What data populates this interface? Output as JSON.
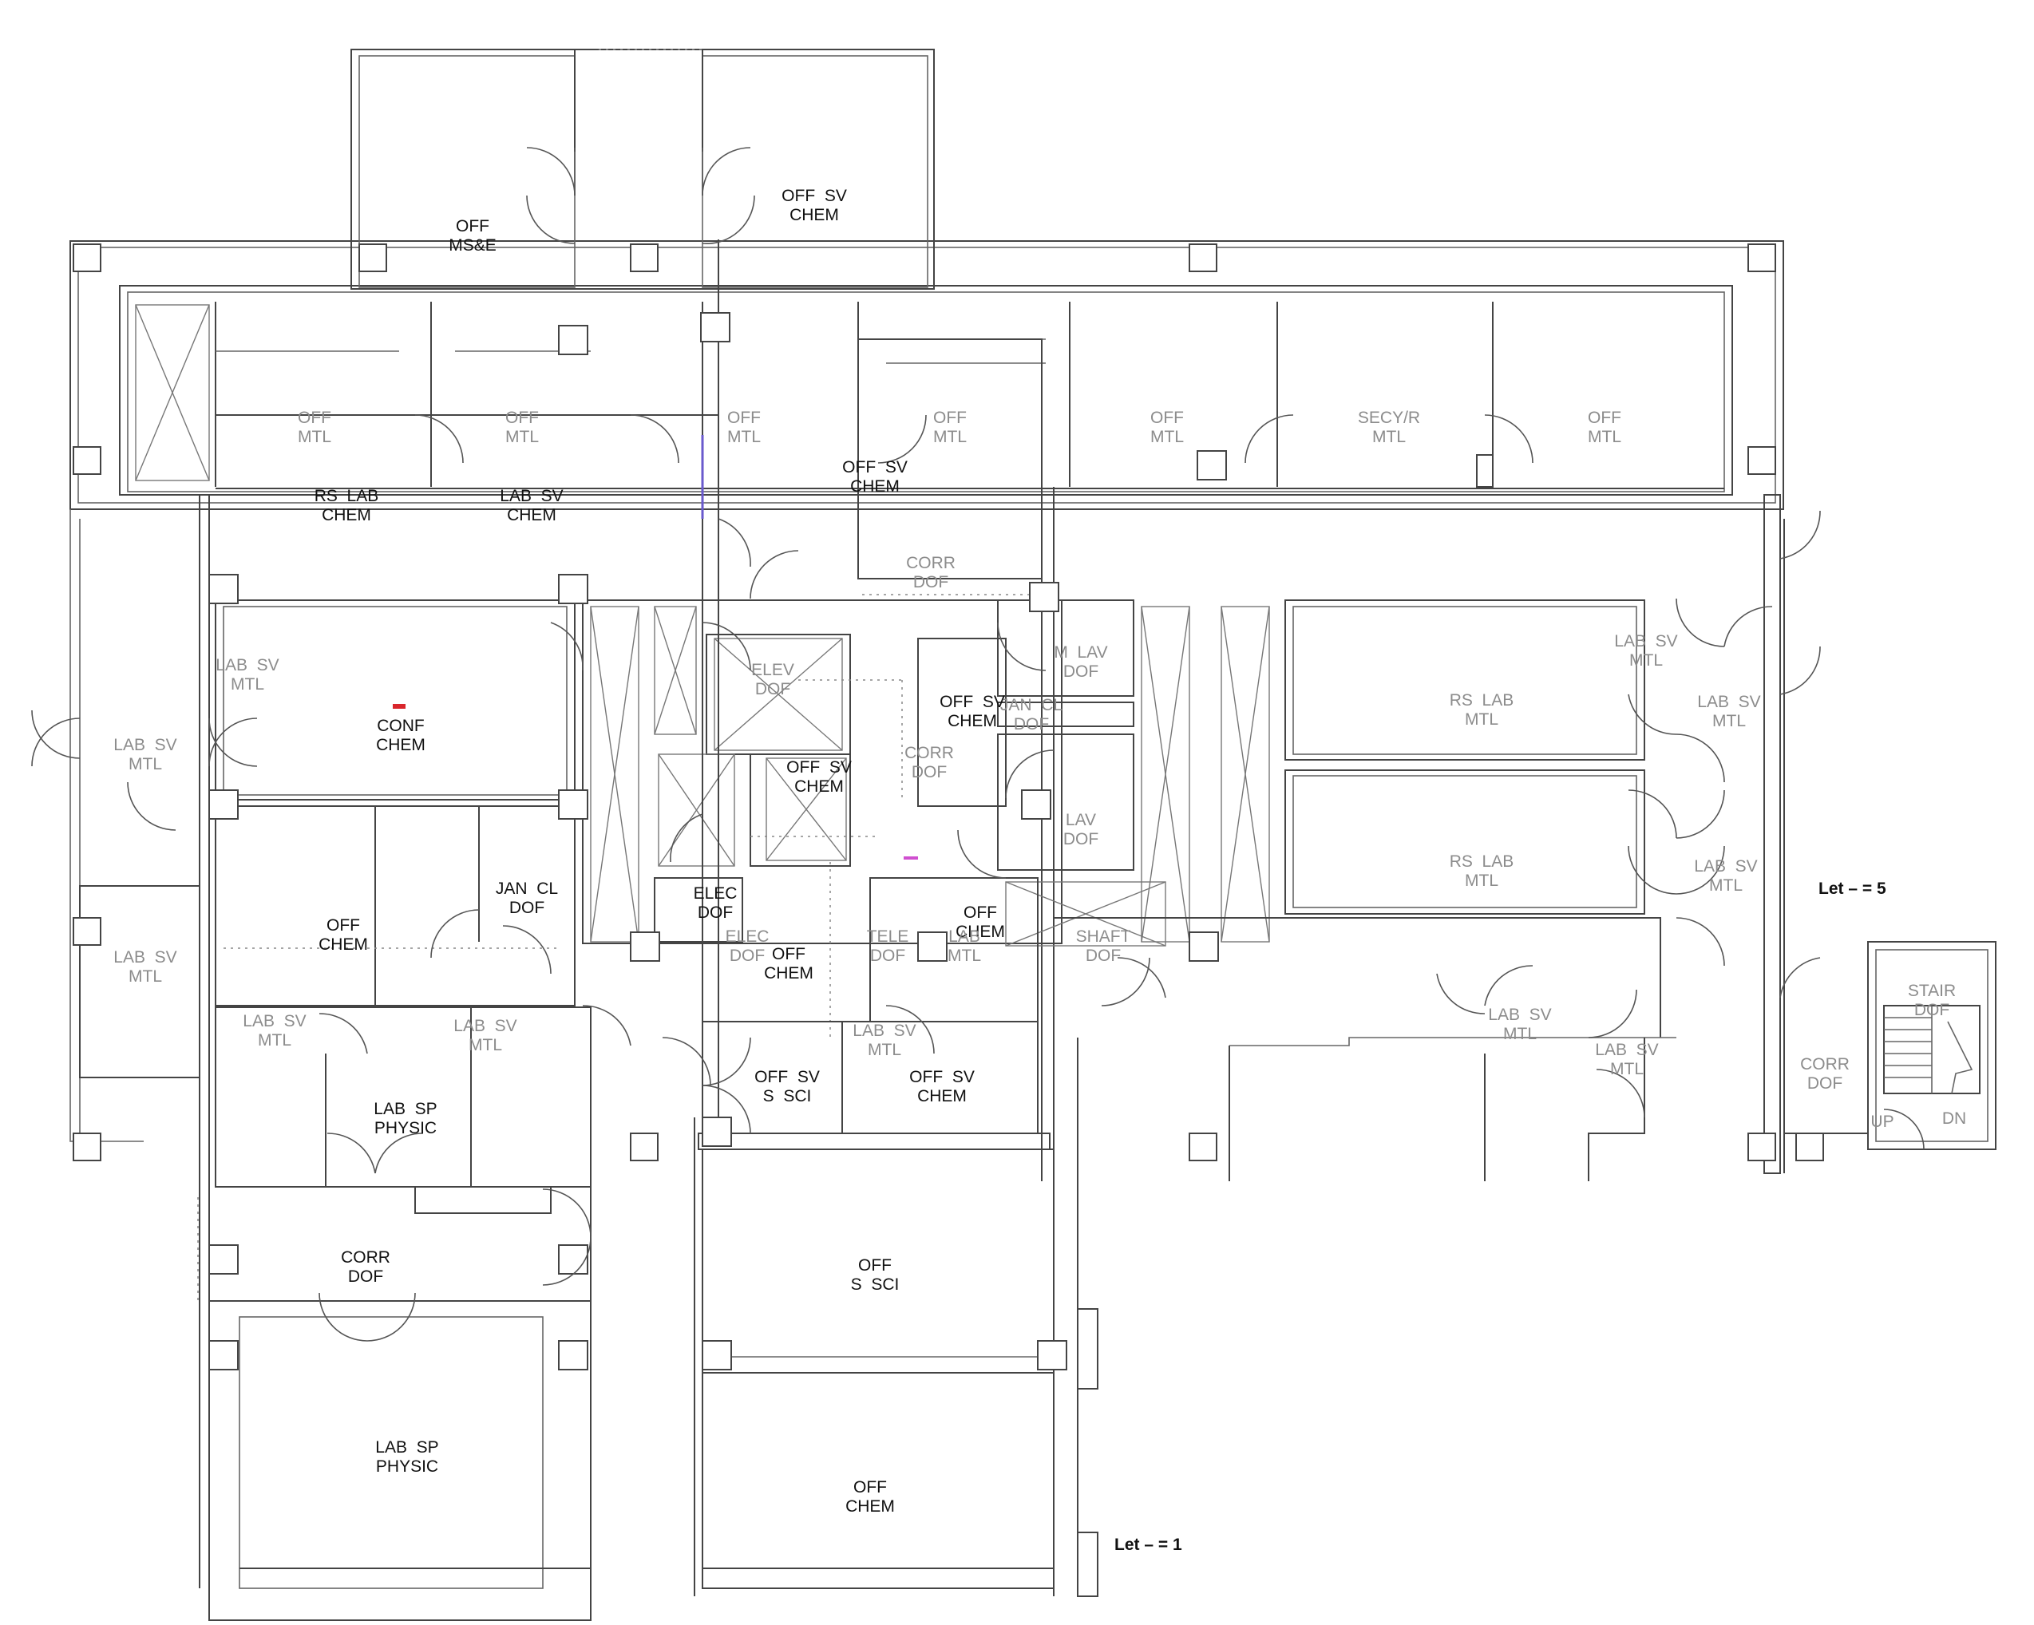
{
  "rooms": [
    {
      "id": "off-mse",
      "l1": "OFF",
      "l2": "MS&E",
      "tone": "dark"
    },
    {
      "id": "off-sv-chem-top",
      "l1": "OFF  SV",
      "l2": "CHEM",
      "tone": "dark"
    },
    {
      "id": "off-mtl-1",
      "l1": "OFF",
      "l2": "MTL",
      "tone": "dim"
    },
    {
      "id": "off-mtl-2",
      "l1": "OFF",
      "l2": "MTL",
      "tone": "dim"
    },
    {
      "id": "off-mtl-3",
      "l1": "OFF",
      "l2": "MTL",
      "tone": "dim"
    },
    {
      "id": "off-mtl-4",
      "l1": "OFF",
      "l2": "MTL",
      "tone": "dim"
    },
    {
      "id": "off-mtl-5",
      "l1": "OFF",
      "l2": "MTL",
      "tone": "dim"
    },
    {
      "id": "secy-mtl",
      "l1": "SECY/R",
      "l2": "MTL",
      "tone": "dim"
    },
    {
      "id": "off-mtl-6",
      "l1": "OFF",
      "l2": "MTL",
      "tone": "dim"
    },
    {
      "id": "off-sv-chem-2",
      "l1": "OFF  SV",
      "l2": "CHEM",
      "tone": "dark"
    },
    {
      "id": "rs-lab-chem",
      "l1": "RS  LAB",
      "l2": "CHEM",
      "tone": "dark"
    },
    {
      "id": "lab-sv-chem",
      "l1": "LAB  SV",
      "l2": "CHEM",
      "tone": "dark"
    },
    {
      "id": "corr-dof-1",
      "l1": "CORR",
      "l2": "DOF",
      "tone": "dim"
    },
    {
      "id": "lab-sv-mtl-a",
      "l1": "LAB  SV",
      "l2": "MTL",
      "tone": "dim"
    },
    {
      "id": "conf-chem",
      "l1": "CONF",
      "l2": "CHEM",
      "tone": "dark"
    },
    {
      "id": "lab-sv-mtl-left",
      "l1": "LAB  SV",
      "l2": "MTL",
      "tone": "dim"
    },
    {
      "id": "elev-dof",
      "l1": "ELEV",
      "l2": "DOF",
      "tone": "dim"
    },
    {
      "id": "m-lav-dof",
      "l1": "M  LAV",
      "l2": "DOF",
      "tone": "dim"
    },
    {
      "id": "off-sv-chem-3",
      "l1": "OFF  SV",
      "l2": "CHEM",
      "tone": "dark"
    },
    {
      "id": "jan-cl-dof",
      "l1": "JAN  CL",
      "l2": "DOF",
      "tone": "dim"
    },
    {
      "id": "off-sv-chem-4",
      "l1": "OFF  SV",
      "l2": "CHEM",
      "tone": "dark"
    },
    {
      "id": "corr-dof-2",
      "l1": "CORR",
      "l2": "DOF",
      "tone": "dim"
    },
    {
      "id": "rs-lab-mtl-1",
      "l1": "RS  LAB",
      "l2": "MTL",
      "tone": "dim"
    },
    {
      "id": "lab-sv-mtl-b",
      "l1": "LAB  SV",
      "l2": "MTL",
      "tone": "dim"
    },
    {
      "id": "lab-sv-mtl-c",
      "l1": "LAB  SV",
      "l2": "MTL",
      "tone": "dim"
    },
    {
      "id": "rs-lab-mtl-2",
      "l1": "RS  LAB",
      "l2": "MTL",
      "tone": "dim"
    },
    {
      "id": "lab-sv-mtl-d",
      "l1": "LAB  SV",
      "l2": "MTL",
      "tone": "dim"
    },
    {
      "id": "lav-dof",
      "l1": "LAV",
      "l2": "DOF",
      "tone": "dim"
    },
    {
      "id": "jan-cl-dof-2",
      "l1": "JAN  CL",
      "l2": "DOF",
      "tone": "dark"
    },
    {
      "id": "elec-dof-1",
      "l1": "ELEC",
      "l2": "DOF",
      "tone": "dark"
    },
    {
      "id": "off-chem-1",
      "l1": "OFF",
      "l2": "CHEM",
      "tone": "dark"
    },
    {
      "id": "off-chem-2",
      "l1": "OFF",
      "l2": "CHEM",
      "tone": "dark"
    },
    {
      "id": "lab-sv-mtl-left2",
      "l1": "LAB  SV",
      "l2": "MTL",
      "tone": "dim"
    },
    {
      "id": "elec-dof-2",
      "l1": "ELEC",
      "l2": "DOF",
      "tone": "dim"
    },
    {
      "id": "off-chem-3",
      "l1": "OFF",
      "l2": "CHEM",
      "tone": "dark"
    },
    {
      "id": "tele-dof",
      "l1": "TELE",
      "l2": "DOF",
      "tone": "dim"
    },
    {
      "id": "lab-mtl",
      "l1": "LAB",
      "l2": "MTL",
      "tone": "dim"
    },
    {
      "id": "shaft-dof",
      "l1": "SHAFT",
      "l2": "DOF",
      "tone": "dim"
    },
    {
      "id": "lab-sv-mtl-e",
      "l1": "LAB  SV",
      "l2": "MTL",
      "tone": "dim"
    },
    {
      "id": "lab-sv-mtl-f",
      "l1": "LAB  SV",
      "l2": "MTL",
      "tone": "dim"
    },
    {
      "id": "lab-sv-mtl-g",
      "l1": "LAB  SV",
      "l2": "MTL",
      "tone": "dim"
    },
    {
      "id": "lab-sv-mtl-h",
      "l1": "LAB  SV",
      "l2": "MTL",
      "tone": "dim"
    },
    {
      "id": "lab-sv-mtl-i",
      "l1": "LAB  SV",
      "l2": "MTL",
      "tone": "dim"
    },
    {
      "id": "lab-sp-physic-1",
      "l1": "LAB  SP",
      "l2": "PHYSIC",
      "tone": "dark"
    },
    {
      "id": "off-sv-s-sci",
      "l1": "OFF  SV",
      "l2": "S  SCI",
      "tone": "dark"
    },
    {
      "id": "off-sv-chem-5",
      "l1": "OFF  SV",
      "l2": "CHEM",
      "tone": "dark"
    },
    {
      "id": "stair-dof",
      "l1": "STAIR",
      "l2": "DOF",
      "tone": "dim"
    },
    {
      "id": "corr-dof-3",
      "l1": "CORR",
      "l2": "DOF",
      "tone": "dim"
    },
    {
      "id": "corr-dof-4",
      "l1": "CORR",
      "l2": "DOF",
      "tone": "dark"
    },
    {
      "id": "off-s-sci",
      "l1": "OFF",
      "l2": "S  SCI",
      "tone": "dark"
    },
    {
      "id": "lab-sp-physic-2",
      "l1": "LAB  SP",
      "l2": "PHYSIC",
      "tone": "dark"
    },
    {
      "id": "off-chem-4",
      "l1": "OFF",
      "l2": "CHEM",
      "tone": "dark"
    }
  ],
  "stair": {
    "up": "UP",
    "dn": "DN"
  },
  "notes": [
    {
      "id": "note-5",
      "text": "Let – = 5"
    },
    {
      "id": "note-1",
      "text": "Let – = 1"
    }
  ],
  "colors": {
    "marker": "#d9262c",
    "accent": "#6a5acd",
    "magenta": "#d04fd0"
  }
}
